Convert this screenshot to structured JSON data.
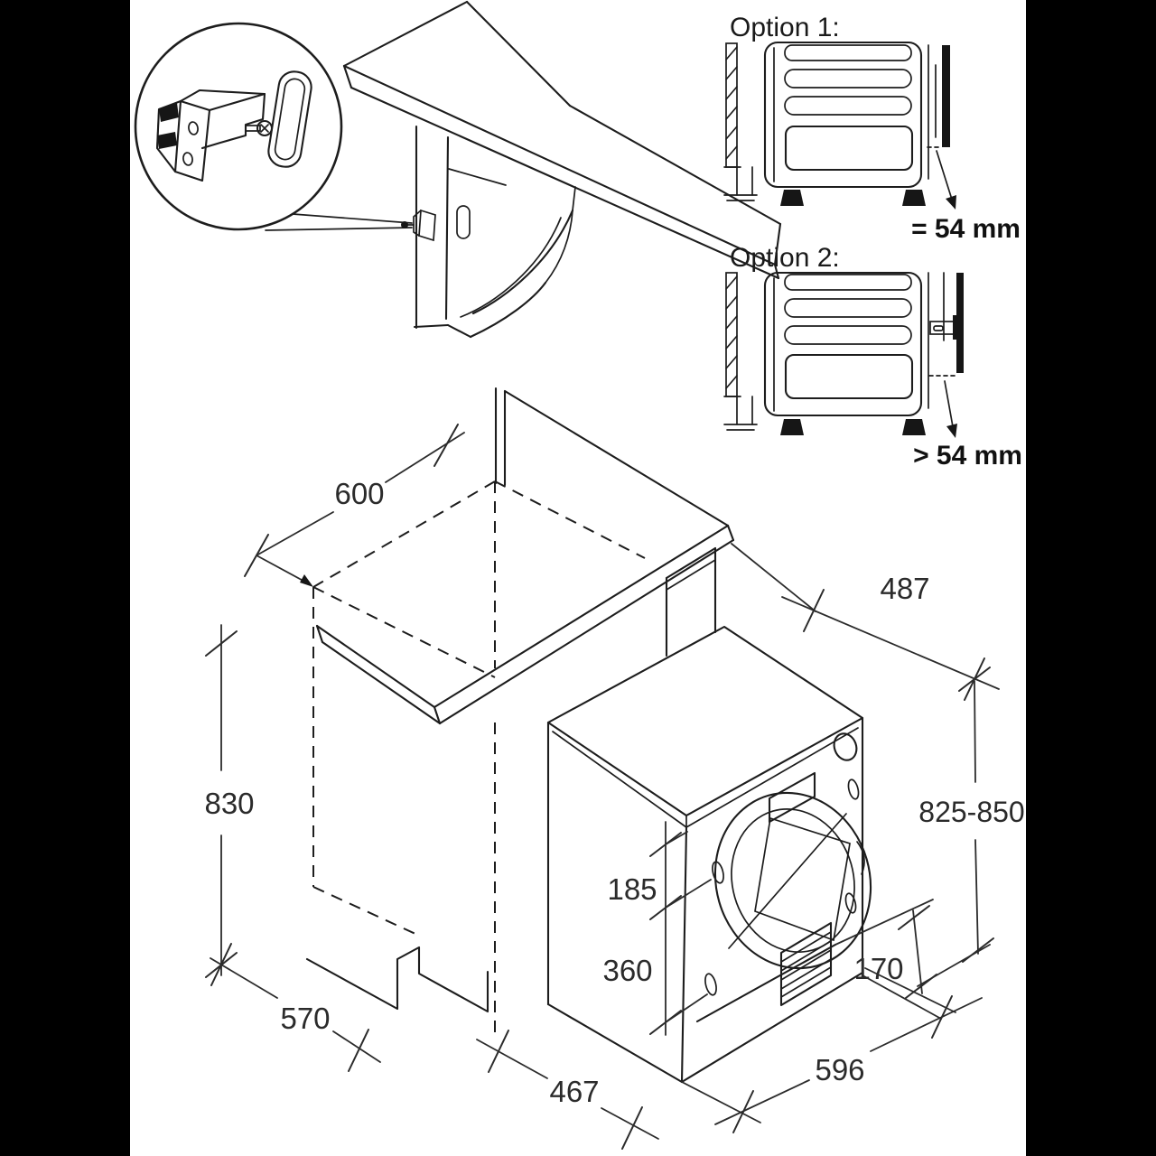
{
  "figure": {
    "type": "appliance installation diagram",
    "subject": "built-in washer/dryer niche and mounting dimensions"
  },
  "options": [
    {
      "label": "Option 1:",
      "gap_label": "= 54 mm"
    },
    {
      "label": "Option 2:",
      "gap_label": "> 54 mm"
    }
  ],
  "dimensions": {
    "niche_width": "600",
    "niche_height": "830",
    "niche_depth": "570",
    "front_clearance": "467",
    "top_depth": "487",
    "appliance_height": "825-850",
    "bracket_upper_offset": "185",
    "bracket_lower_offset": "360",
    "plinth_height": "170",
    "appliance_width": "596"
  },
  "colors": {
    "background_matte": "#000000",
    "canvas": "#ffffff",
    "line": "#1d1d1d",
    "dimension_text": "#2b2b2b"
  },
  "icons": {
    "detail_callout": "magnified bracket detail circle",
    "arrow_down": "gap indicator arrow"
  }
}
